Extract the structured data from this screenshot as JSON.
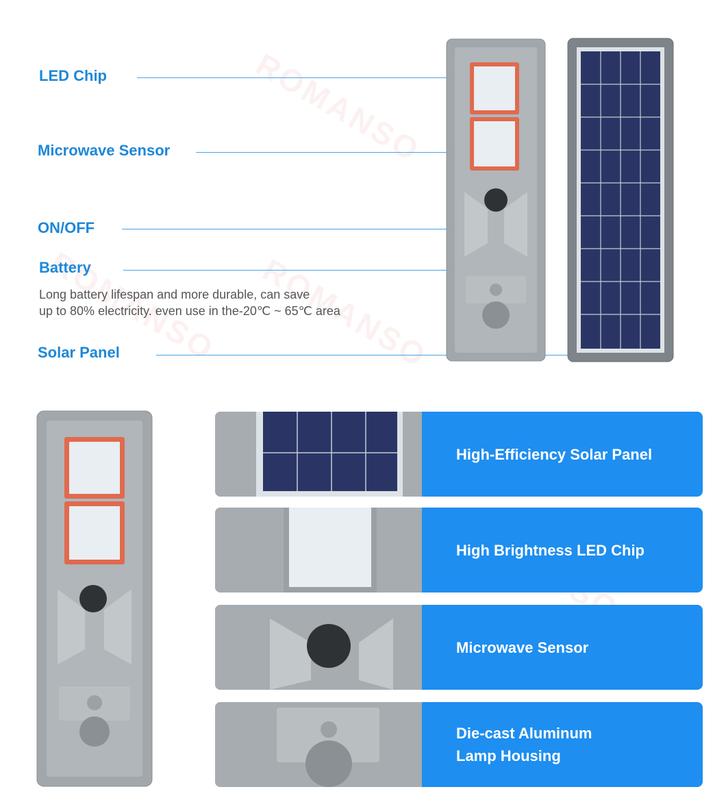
{
  "watermark": "ROMANSO",
  "callouts": {
    "led_chip": "LED Chip",
    "microwave_sensor": "Microwave Sensor",
    "on_off": "ON/OFF",
    "battery": "Battery",
    "battery_desc_line1": "Long battery lifespan and more durable, can save",
    "battery_desc_line2": "up to 80% electricity. even use in the-20℃ ~ 65℃ area",
    "solar_panel": "Solar Panel"
  },
  "features": [
    {
      "label": "High-Efficiency Solar Panel",
      "icon": "solar-panel-closeup"
    },
    {
      "label": "High Brightness LED Chip",
      "icon": "led-chip-closeup"
    },
    {
      "label": "Microwave Sensor",
      "icon": "sensor-closeup"
    },
    {
      "label": "Die-cast Aluminum\nLamp Housing",
      "icon": "housing-closeup"
    }
  ],
  "colors": {
    "accent": "#1e88d8",
    "card_blue": "#1e8ef0",
    "housing_gray": "#a1a7ab",
    "led_frame": "#e06a4e",
    "solar_blue": "#2a3566"
  }
}
